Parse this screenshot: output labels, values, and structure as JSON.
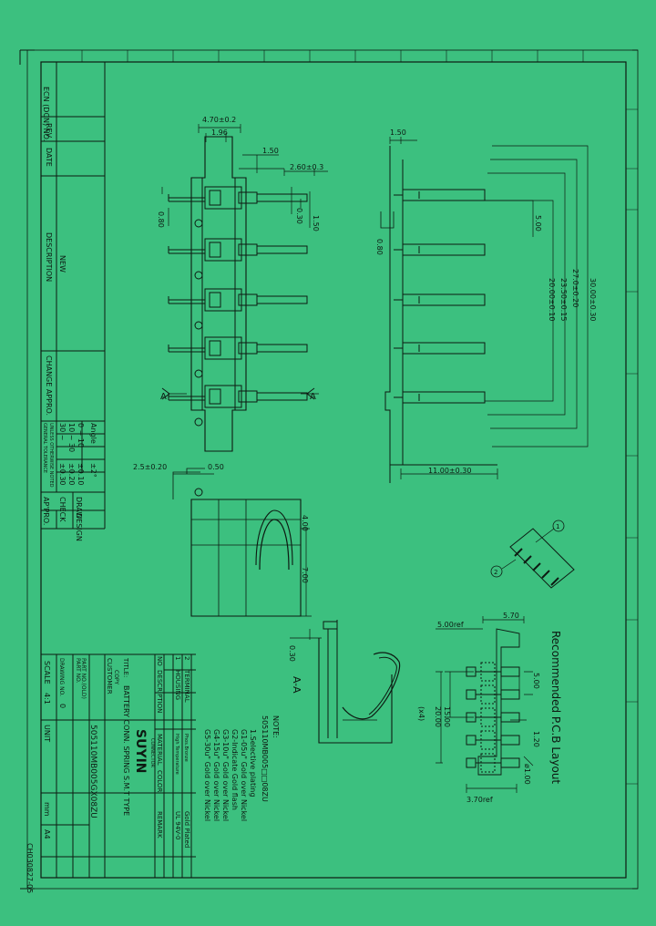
{
  "revision_block": {
    "ecn": "ECN (DCN) NO.",
    "rev": "REV",
    "date": "DATE",
    "description": "DESCRIPTION",
    "new": "NEW",
    "change_appro": "CHANGE APPRO."
  },
  "tolerance": {
    "title": "GENERAL TOLERANCE",
    "subtitle": "UNLESS OTHERWISE NOTED",
    "angle": "Angle",
    "angle_val": "±2°",
    "rows": [
      {
        "range": "30 ~",
        "val": "±0.30"
      },
      {
        "range": "10 ~ 30",
        "val": "±0.20"
      },
      {
        "range": "0 ~ 10",
        "val": "±0.10"
      }
    ]
  },
  "signoff": {
    "draw": "DRAW",
    "design": "DESIGN",
    "check": "CHECK",
    "appro": "AP'PRO."
  },
  "title_block": {
    "customer": "CUSTOMER",
    "copy": "COPY",
    "title_label": "TITLE:",
    "title": "BATTERY CONN. SPRING S.M.T TYPE",
    "part_no_label": "PART NO.",
    "part_no": "505110MB005GX08ZU",
    "part_no_old_label": "PART NO.(OLD)",
    "drawing_no_label": "DRAWING NO.",
    "drawing_no": "0",
    "scale_label": "SCALE",
    "scale": "4:1",
    "unit_label": "UNIT",
    "unit": "mm",
    "sheet": "A4",
    "brand": "SUYIN",
    "brand_sub": "CONNECTOR",
    "doc_code": "CH030827-05"
  },
  "bom": {
    "header": {
      "no": "NO",
      "description": "DESCRIPTION",
      "material": "MATERIAL",
      "color": "COLOR",
      "remark": "REMARK"
    },
    "rows": [
      {
        "no": "2",
        "description": "TERMINAL",
        "material": "Phos.Bronze",
        "color": "",
        "remark": "Gold Plated"
      },
      {
        "no": "1",
        "description": "HOUSING",
        "material": "High Temperature",
        "color": "",
        "remark": "UL 94V-0"
      }
    ]
  },
  "note": {
    "title": "NOTE:",
    "part": "505110MB005□□08ZU",
    "lines": [
      "1.Selective plating",
      "G1-05u\" Gold over Nickel",
      "G2-Indicate Gold flash",
      "G3-10u\" Gold over Nickel",
      "G4-15u\" Gold over Nickel",
      "G5-30u\" Gold over Nickel"
    ]
  },
  "dims": {
    "d470": "4.70±0.2",
    "d196": "1.96",
    "d150a": "1.50",
    "d260": "2.60±0.3",
    "d030a": "0.30",
    "d150b": "1.50",
    "d080": "0.80",
    "d150c": "1.50",
    "d500a": "5.00",
    "d080b": "0.80",
    "d2000": "20.00±0.10",
    "d2350": "23.50±0.15",
    "d2700": "27.0±0.20",
    "d3000": "30.00±0.30",
    "d1100": "11.00±0.30",
    "d250": "2.5±0.20",
    "d050": "0.50",
    "d400": "4.00",
    "d700": "7.00",
    "d030b": "0.30",
    "d500ref": "5.00ref",
    "d570": "5.70",
    "d500b": "5.00",
    "d1500": "15.00",
    "d2000b": "20.00",
    "d120": "1.20",
    "d100": "ø1.00",
    "d370ref": "3.70ref",
    "x4": "(x4)",
    "section_a": "A",
    "section_aa": "A-A",
    "balloon1": "1",
    "balloon2": "2"
  },
  "pcb_title": "Recommended P.C.B Layout"
}
